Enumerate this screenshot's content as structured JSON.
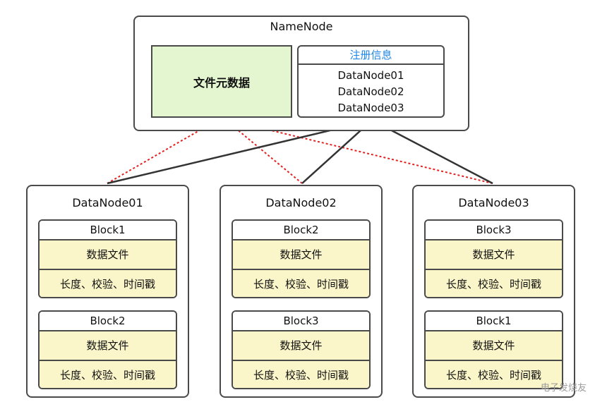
{
  "namenode": {
    "title": "NameNode",
    "metadata_label": "文件元数据",
    "registry_title": "注册信息",
    "registry_items": [
      "DataNode01",
      "DataNode02",
      "DataNode03"
    ]
  },
  "datanodes": [
    {
      "title": "DataNode01",
      "blocks": [
        {
          "name": "Block1",
          "row1": "数据文件",
          "row2": "长度、校验、时间戳"
        },
        {
          "name": "Block2",
          "row1": "数据文件",
          "row2": "长度、校验、时间戳"
        }
      ]
    },
    {
      "title": "DataNode02",
      "blocks": [
        {
          "name": "Block2",
          "row1": "数据文件",
          "row2": "长度、校验、时间戳"
        },
        {
          "name": "Block3",
          "row1": "数据文件",
          "row2": "长度、校验、时间戳"
        }
      ]
    },
    {
      "title": "DataNode03",
      "blocks": [
        {
          "name": "Block3",
          "row1": "数据文件",
          "row2": "长度、校验、时间戳"
        },
        {
          "name": "Block1",
          "row1": "数据文件",
          "row2": "长度、校验、时间戳"
        }
      ]
    }
  ],
  "colors": {
    "metadata_fill": "#e3f6cf",
    "block_fill": "#fbf6c9",
    "registry_title": "#1e86e6",
    "dotted_arrow": "#e62020",
    "solid_arrow": "#333333"
  },
  "watermark": "电子发烧友"
}
